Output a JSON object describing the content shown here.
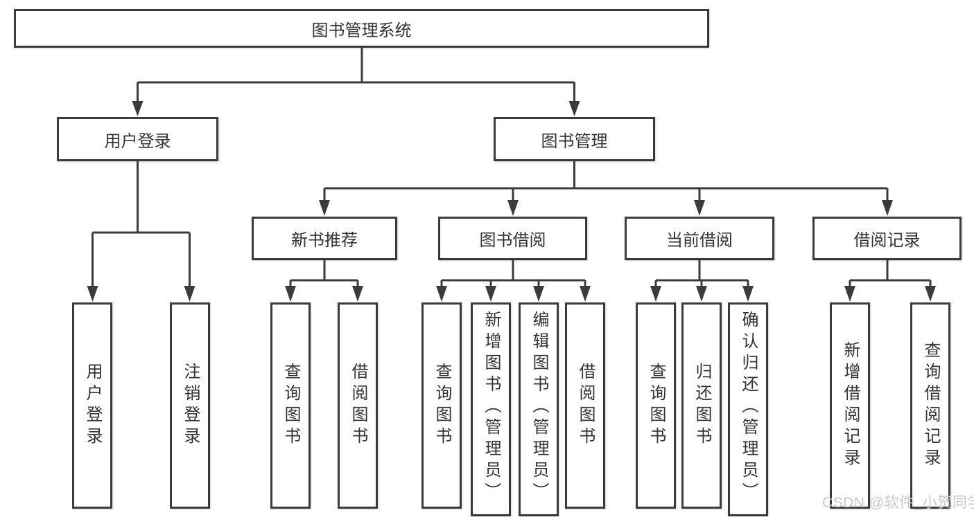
{
  "diagram": {
    "root": {
      "label": "图书管理系统"
    },
    "level1": [
      {
        "label": "用户登录",
        "children": [
          {
            "label": "用户登录"
          },
          {
            "label": "注销登录"
          }
        ]
      },
      {
        "label": "图书管理",
        "children": [
          {
            "label": "新书推荐",
            "children": [
              {
                "label": "查询图书"
              },
              {
                "label": "借阅图书"
              }
            ]
          },
          {
            "label": "图书借阅",
            "children": [
              {
                "label": "查询图书"
              },
              {
                "label": "新增图书（管理员）"
              },
              {
                "label": "编辑图书（管理员）"
              },
              {
                "label": "借阅图书"
              }
            ]
          },
          {
            "label": "当前借阅",
            "children": [
              {
                "label": "查询图书"
              },
              {
                "label": "归还图书"
              },
              {
                "label": "确认归还（管理员）"
              }
            ]
          },
          {
            "label": "借阅记录",
            "children": [
              {
                "label": "新增借阅记录"
              },
              {
                "label": "查询借阅记录"
              }
            ]
          }
        ]
      }
    ]
  },
  "watermark": {
    "text": "CSDN @软件_小贺同学"
  },
  "colors": {
    "line": "#3b3b3b",
    "text": "#333333",
    "box_background": "#ffffff",
    "watermark": "#c9c9c9",
    "background": "#ffffff"
  }
}
